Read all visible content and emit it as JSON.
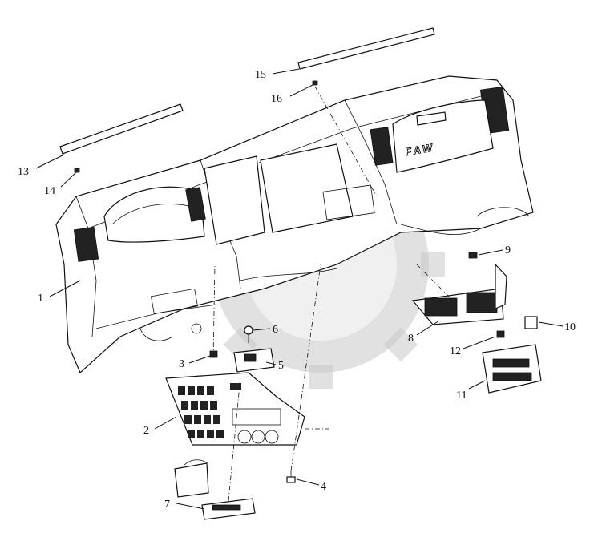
{
  "diagram": {
    "brand_logo": "FAW",
    "callouts": [
      {
        "id": "1",
        "text": "1"
      },
      {
        "id": "2",
        "text": "2"
      },
      {
        "id": "3",
        "text": "3"
      },
      {
        "id": "4",
        "text": "4"
      },
      {
        "id": "5",
        "text": "5"
      },
      {
        "id": "6",
        "text": "6"
      },
      {
        "id": "7",
        "text": "7"
      },
      {
        "id": "8",
        "text": "8"
      },
      {
        "id": "9",
        "text": "9"
      },
      {
        "id": "10",
        "text": "10"
      },
      {
        "id": "11",
        "text": "11"
      },
      {
        "id": "12",
        "text": "12"
      },
      {
        "id": "13",
        "text": "13"
      },
      {
        "id": "14",
        "text": "14"
      },
      {
        "id": "15",
        "text": "15"
      },
      {
        "id": "16",
        "text": "16"
      }
    ],
    "colors": {
      "line": "#111111",
      "background": "#ffffff",
      "watermark": "#c9c9c9"
    }
  }
}
